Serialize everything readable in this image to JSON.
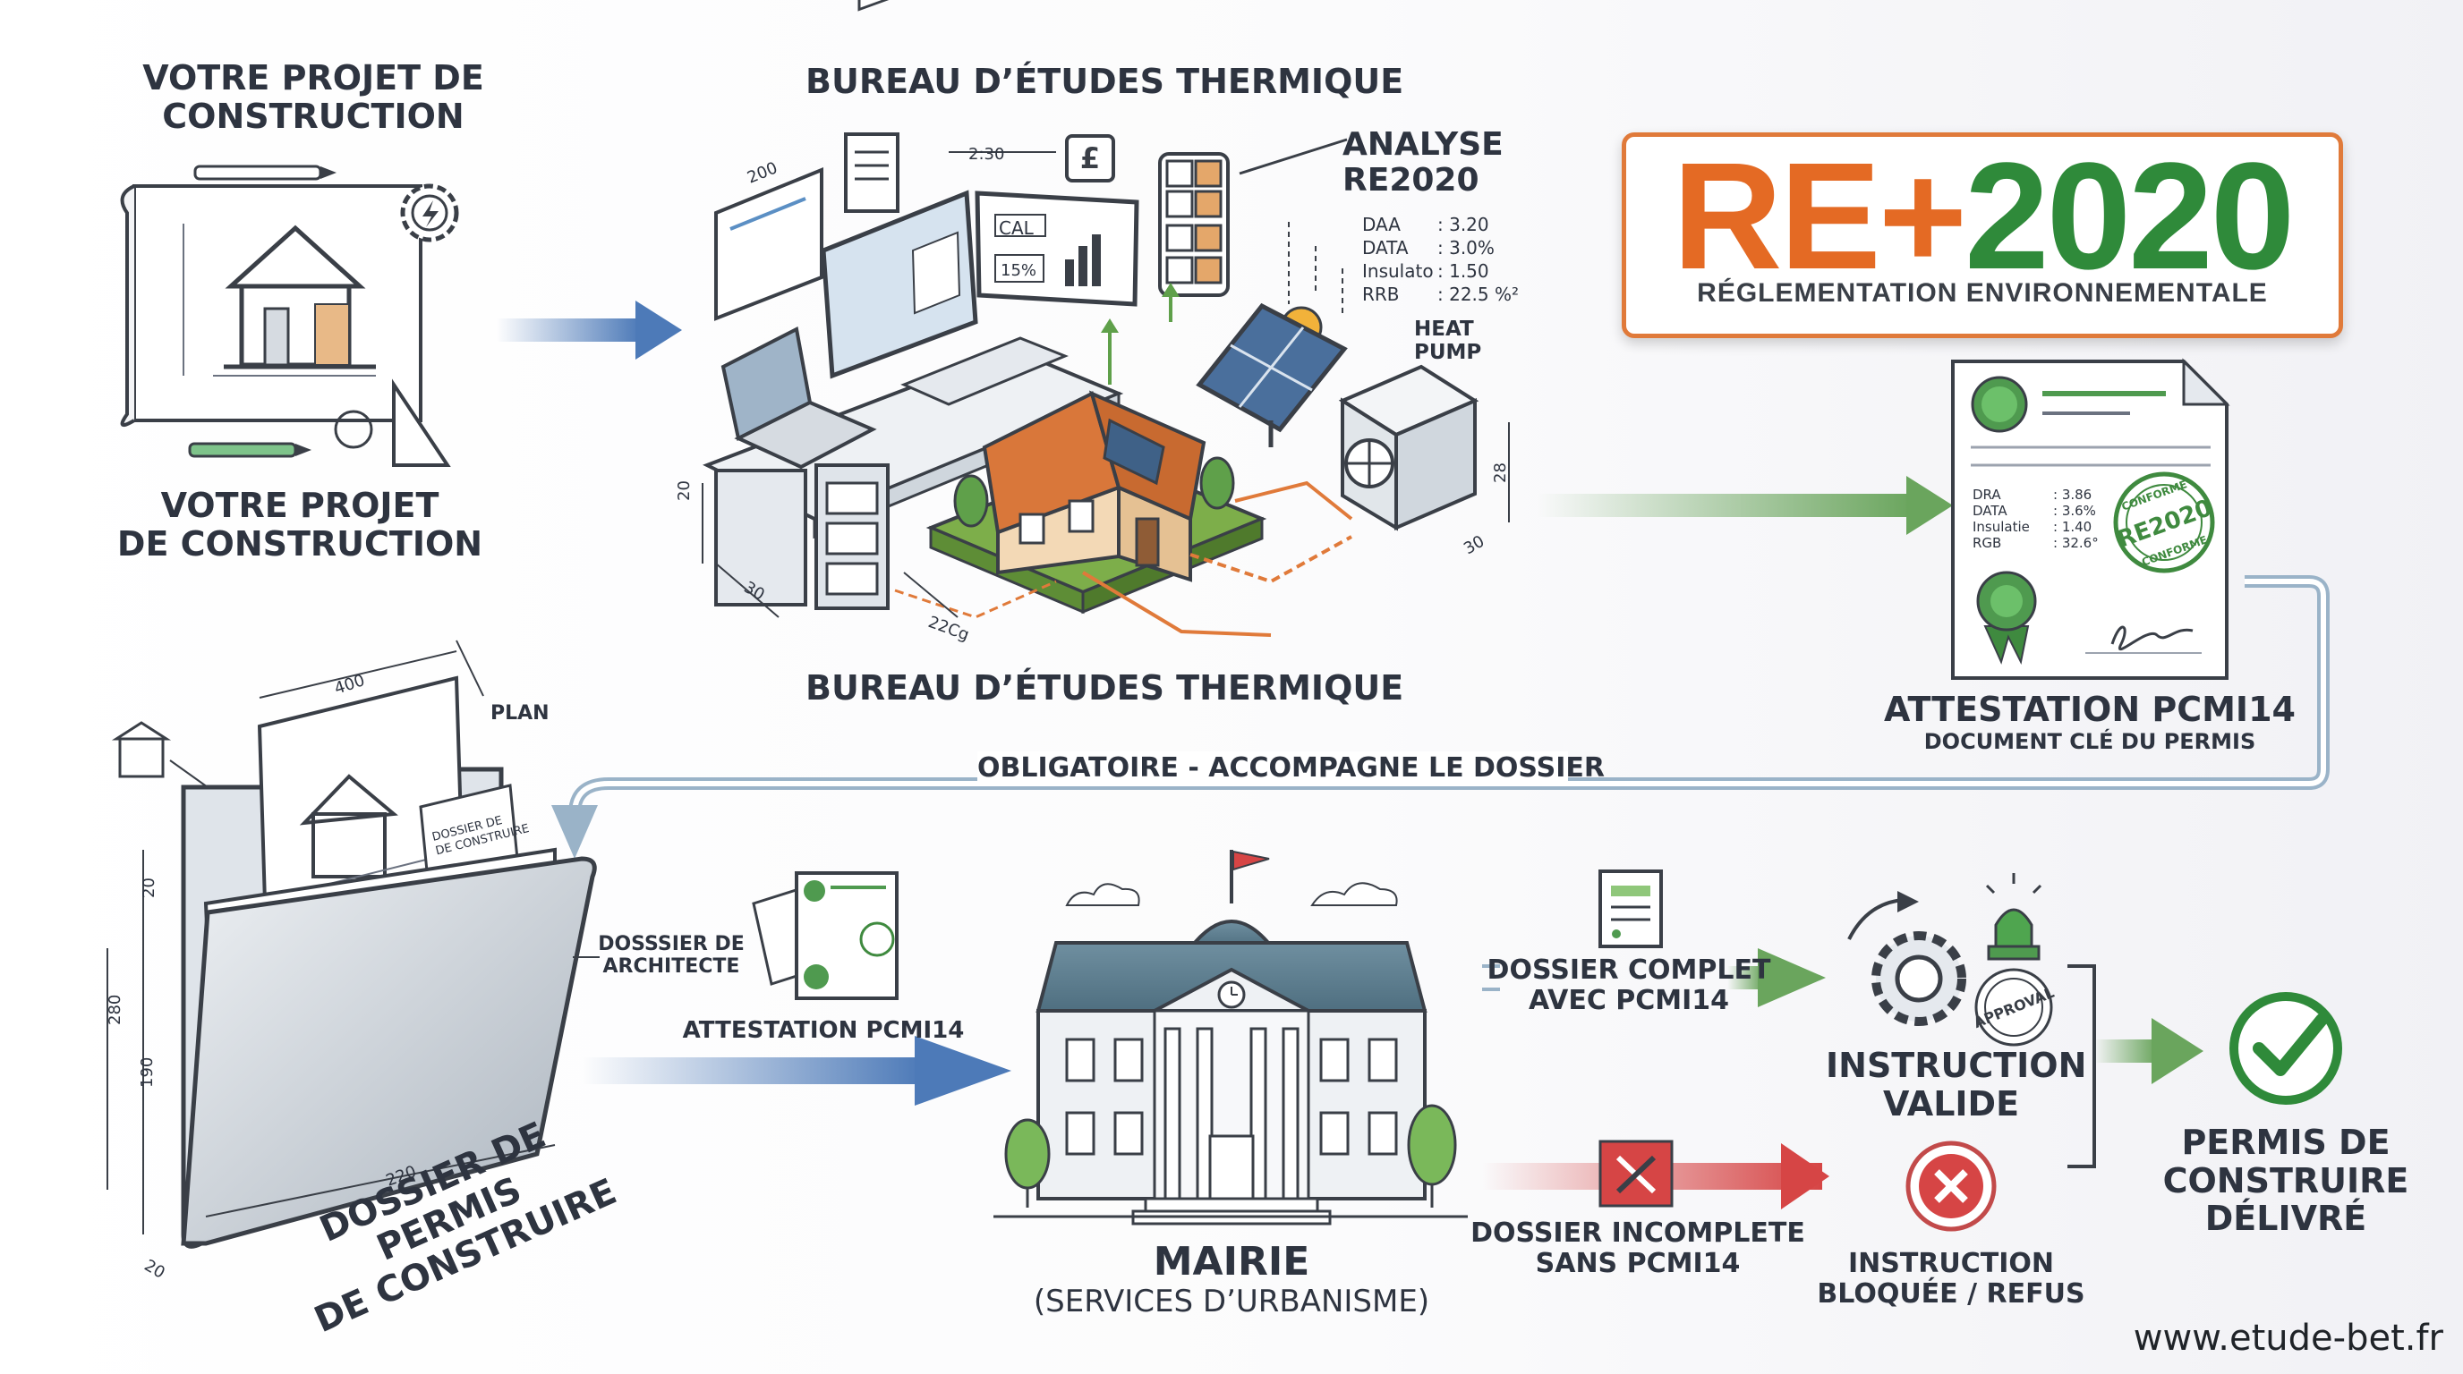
{
  "header": {
    "project_title": "VOTRE PROJET DE\nCONSTRUCTION",
    "project_caption": "VOTRE PROJET\nDE CONSTRUCTION",
    "bureau_title": "BUREAU D’ÉTUDES THERMIQUE",
    "bureau_caption": "BUREAU D’ÉTUDES THERMIQUE"
  },
  "analysis": {
    "title": "ANALYSE\nRE2020",
    "rows": [
      {
        "key": "DAA",
        "value": ": 3.20"
      },
      {
        "key": "DATA",
        "value": ": 3.0%"
      },
      {
        "key": "Insulato",
        "value": ": 1.50"
      },
      {
        "key": "RRB",
        "value": ": 22.5 %²"
      }
    ],
    "heat_pump": "HEAT\nPUMP",
    "screen_cal": "CAL",
    "screen_pct": "15%",
    "small_note": "2:30",
    "dims": [
      "200",
      "20",
      "30",
      "28",
      "30",
      "22Cg"
    ]
  },
  "badge": {
    "re": "RE+",
    "year": "2020",
    "subtitle": "RÉGLEMENTATION ENVIRONNEMENTALE"
  },
  "attestation": {
    "title": "ATTESTATION PCMI14",
    "subtitle": "DOCUMENT CLÉ DU PERMIS",
    "rows": [
      {
        "key": "DRA",
        "value": ": 3.86"
      },
      {
        "key": "DATA",
        "value": ": 3.6%"
      },
      {
        "key": "Insulatie",
        "value": ": 1.40"
      },
      {
        "key": "RGB",
        "value": ": 32.6°"
      }
    ],
    "stamp_top": "CONFORME",
    "stamp_mid": "RE2020",
    "stamp_bot": "CONFORME"
  },
  "connector_label": "OBLIGATOIRE - ACCOMPAGNE LE DOSSIER",
  "dossier": {
    "plan_label": "PLAN",
    "architect_label": "DOSSSIER DE\nARCHITECTE",
    "caption": "DOSSIER DE PERMIS\nDE CONSTRUIRE",
    "small_doc": "DOSSIER DE\nDE CONSTRUIRE",
    "dims": [
      "400",
      "20",
      "280",
      "190",
      "220",
      "20"
    ]
  },
  "attestation_small": {
    "label": "ATTESTATION PCMI14"
  },
  "mairie": {
    "title": "MAIRIE",
    "subtitle": "(SERVICES D’URBANISME)"
  },
  "flow": {
    "complete": "DOSSIER COMPLET\nAVEC PCMI14",
    "incomplete": "DOSSIER INCOMPLETE\nSANS PCMI14",
    "valid": "INSTRUCTION\nVALIDE",
    "blocked": "INSTRUCTION\nBLOQUÉE / REFUS",
    "approval": "APPROVAL",
    "permit": "PERMIS DE\nCONSTRUIRE\nDÉLIVRÉ"
  },
  "footer": {
    "url": "www.etude-bet.fr"
  },
  "colors": {
    "orange": "#e46a24",
    "green": "#2f8a3a",
    "blue_arrow": "#4d7ab8",
    "red": "#d64545",
    "text": "#2e3440"
  }
}
